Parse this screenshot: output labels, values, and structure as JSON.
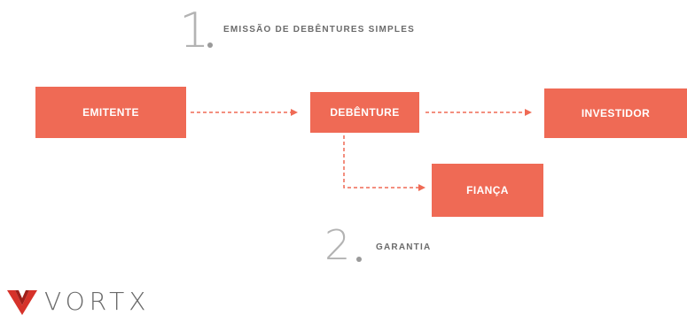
{
  "steps": [
    {
      "number": "1",
      "label": "EMISSÃO DE DEBÊNTURES SIMPLES"
    },
    {
      "number": "2",
      "label": "GARANTIA"
    }
  ],
  "nodes": {
    "emitente": "EMITENTE",
    "debenture": "DEBÊNTURE",
    "investidor": "INVESTIDOR",
    "fianca": "FIANÇA"
  },
  "brand": {
    "name": "VORTX"
  },
  "colors": {
    "box": "#ef6a55",
    "arrow": "#ef6a55",
    "step_number": "#b3b3b3",
    "logo_red": "#d6322a"
  }
}
